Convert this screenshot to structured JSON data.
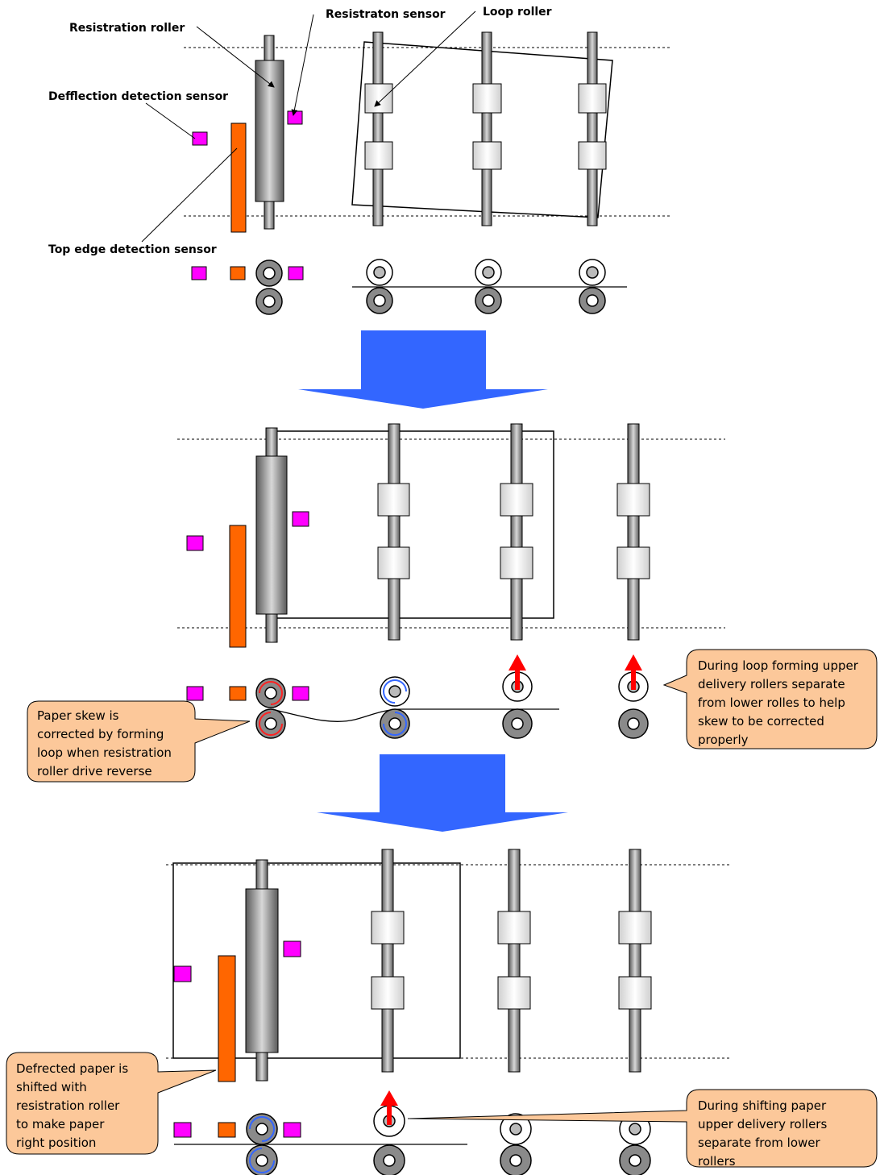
{
  "labels": {
    "registration_roller": "Resistration roller",
    "registration_sensor": "Resistraton sensor",
    "loop_roller": "Loop roller",
    "deflection_sensor": "Defflection detection sensor",
    "top_edge_sensor": "Top edge detection sensor"
  },
  "callouts": {
    "paper_skew": [
      "Paper skew is",
      "corrected by forming",
      "loop when resistration",
      "roller drive reverse"
    ],
    "loop_forming": [
      "During loop forming upper",
      "delivery rollers separate",
      "from lower rolles to help",
      "skew to be corrected",
      "properly"
    ],
    "deflected_paper": [
      "Defrected paper is",
      "shifted with",
      "resistration roller",
      "to make  paper",
      "right position"
    ],
    "shifting_paper": [
      "During shifting paper",
      "upper delivery rollers",
      "separate from lower",
      "rollers"
    ]
  },
  "colors": {
    "sensor_magenta": "#ff00ff",
    "sensor_orange": "#ff6600",
    "stage_arrow": "#3366ff",
    "lift_arrow": "#ff0000",
    "callout_fill": "#fcc89a",
    "reverse_rotation": "#ff2222",
    "forward_rotation": "#3366ff"
  }
}
